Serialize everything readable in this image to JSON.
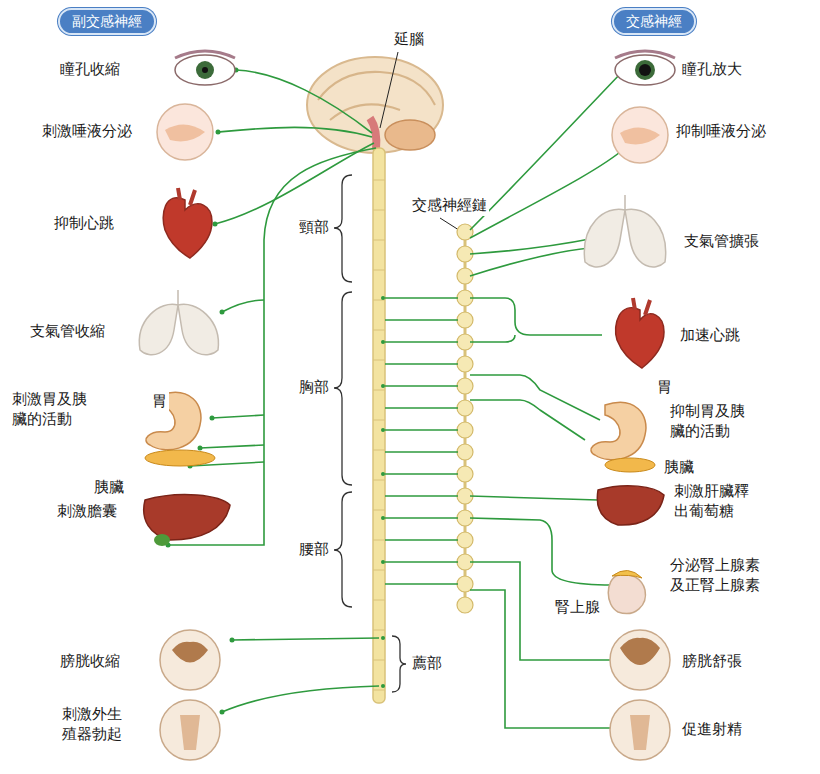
{
  "diagram": {
    "nodes": [
      {
        "text": [
          "副交感神經"
        ]
      },
      {
        "text": [
          "交感神經"
        ]
      }
    ],
    "labels": [
      "延腦",
      "交感神經鏈",
      "頸部",
      "胸部",
      "腰部",
      "薦部",
      "瞳孔收縮",
      "刺激唾液分泌",
      "抑制心跳",
      "支氣管收縮",
      "刺激胃及胰臟的活動",
      "胃",
      "胰臟",
      "刺激膽囊",
      "膀胱收縮",
      "刺激外生殖器勃起",
      "瞳孔放大",
      "抑制唾液分泌",
      "支氣管擴張",
      "加速心跳",
      "胃",
      "抑制胃及胰臟的活動",
      "胰臟",
      "刺激肝臟釋出葡萄糖",
      "腎上腺",
      "分泌腎上腺素及正腎上腺素",
      "膀胱舒張",
      "促進射精"
    ]
  }
}
